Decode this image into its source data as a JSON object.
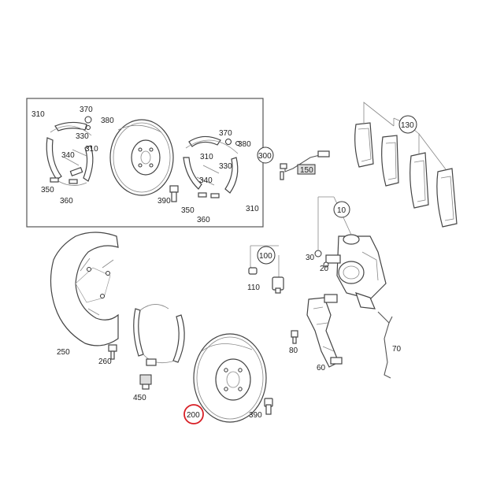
{
  "callouts": {
    "c310a": "310",
    "c370a": "370",
    "c380a": "380",
    "c330a": "330",
    "c340a": "340",
    "c310b": "310",
    "c350a": "350",
    "c360a": "360",
    "c370b": "370",
    "c380b": "380",
    "c310c": "310",
    "c330b": "330",
    "c340b": "340",
    "c390a": "390",
    "c350b": "350",
    "c360b": "360",
    "c310d": "310",
    "c300": "300",
    "c150": "150",
    "c130": "130",
    "c10": "10",
    "c30": "30",
    "c20": "20",
    "c100": "100",
    "c110": "110",
    "c250": "250",
    "c260": "260",
    "c450": "450",
    "c80": "80",
    "c60": "60",
    "c70": "70",
    "c200": "200",
    "c390b": "390"
  },
  "highlight": {
    "part": "200",
    "color": "#d81f26"
  }
}
